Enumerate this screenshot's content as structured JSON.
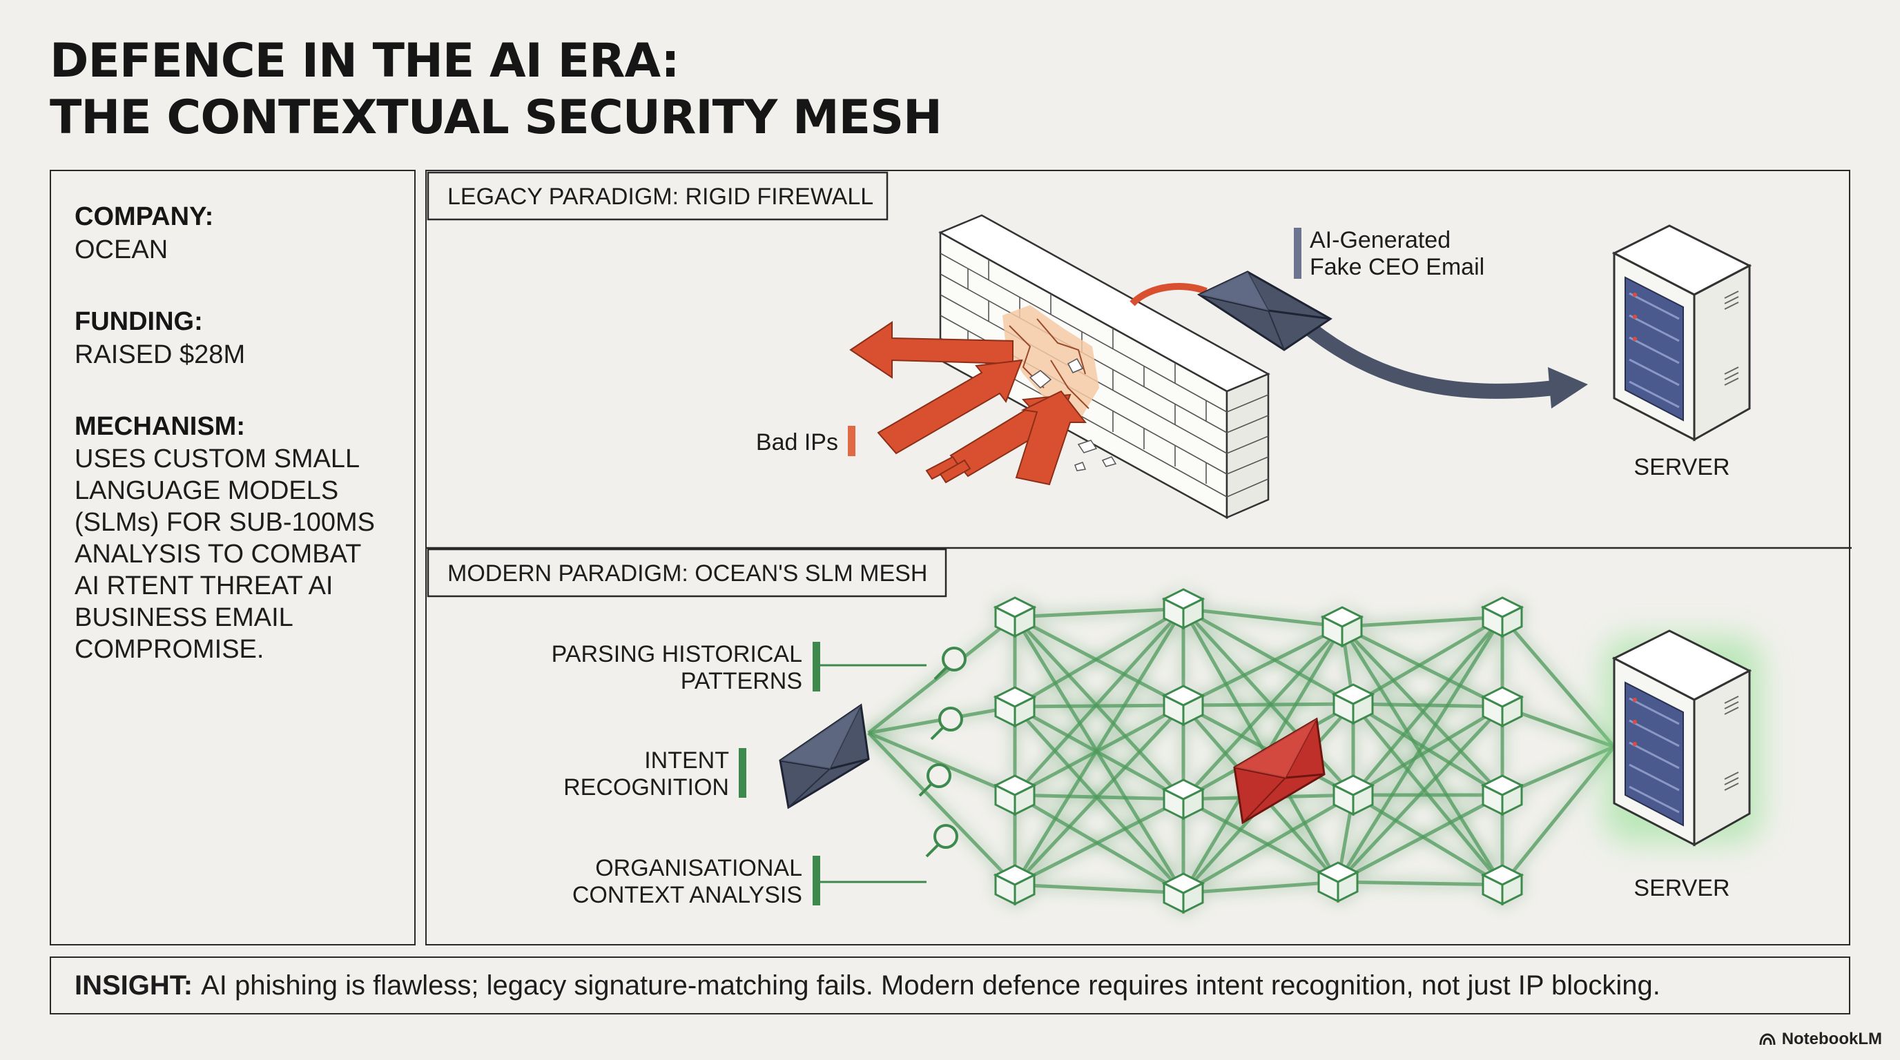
{
  "title": {
    "line1": "DEFENCE IN THE AI ERA:",
    "line2": "THE CONTEXTUAL SECURITY MESH"
  },
  "info": {
    "company_label": "COMPANY:",
    "company_value": "OCEAN",
    "funding_label": "FUNDING:",
    "funding_value": "RAISED $28M",
    "mechanism_label": "MECHANISM:",
    "mechanism_lines": [
      "USES CUSTOM SMALL",
      "LANGUAGE MODELS",
      "(SLMs) FOR SUB-100MS",
      "ANALYSIS TO COMBAT",
      "AI RTENT THREAT AI",
      "BUSINESS EMAIL",
      "COMPROMISE."
    ]
  },
  "legacy": {
    "header": "LEGACY PARADIGM: RIGID FIREWALL",
    "bad_ips_label": "Bad IPs",
    "email_label_lines": [
      "AI-Generated",
      "Fake CEO Email"
    ],
    "server_label": "SERVER"
  },
  "modern": {
    "header": "MODERN PARADIGM: OCEAN'S SLM MESH",
    "labels": [
      [
        "PARSING HISTORICAL",
        "PATTERNS"
      ],
      [
        "INTENT",
        "RECOGNITION"
      ],
      [
        "ORGANISATIONAL",
        "CONTEXT ANALYSIS"
      ]
    ],
    "server_label": "SERVER"
  },
  "insight": {
    "label": "INSIGHT:",
    "text": "AI phishing is flawless; legacy signature-matching fails. Modern defence requires intent recognition, not just IP blocking."
  },
  "watermark": "NotebookLM",
  "colors": {
    "arrow_red": "#d8502f",
    "email_dark": "#4a5368",
    "mesh_green": "#4f9a5c",
    "glow_green": "#8fe08f",
    "threat_red": "#c0302a",
    "server_blue": "#4a5a8e"
  },
  "icons": [
    "brick-wall-icon",
    "envelope-icon",
    "server-icon",
    "magnifier-icon",
    "mesh-node-icon",
    "notebooklm-logo-icon"
  ]
}
